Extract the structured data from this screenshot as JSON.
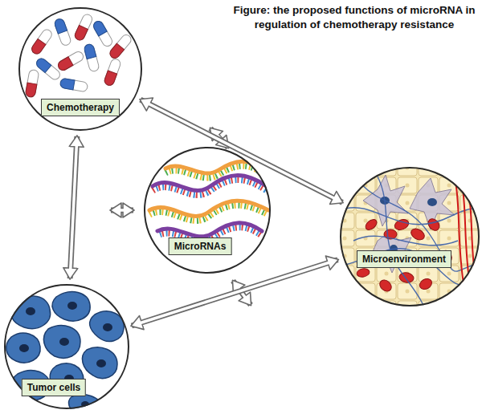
{
  "diagram": {
    "title": "Figure: the proposed functions of microRNA in regulation of chemotherapy resistance",
    "nodes": [
      {
        "text": [
          "Chemotherapy"
        ]
      },
      {
        "text": [
          "MicroRNAs"
        ]
      },
      {
        "text": [
          "Microenvironment"
        ]
      },
      {
        "text": [
          "Tumor cells"
        ]
      }
    ],
    "edges": [
      {
        "from": 0,
        "to": 3,
        "arrow": "both"
      },
      {
        "from": 0,
        "to": 2,
        "arrow": "both"
      },
      {
        "from": 3,
        "to": 2,
        "arrow": "both"
      }
    ]
  }
}
